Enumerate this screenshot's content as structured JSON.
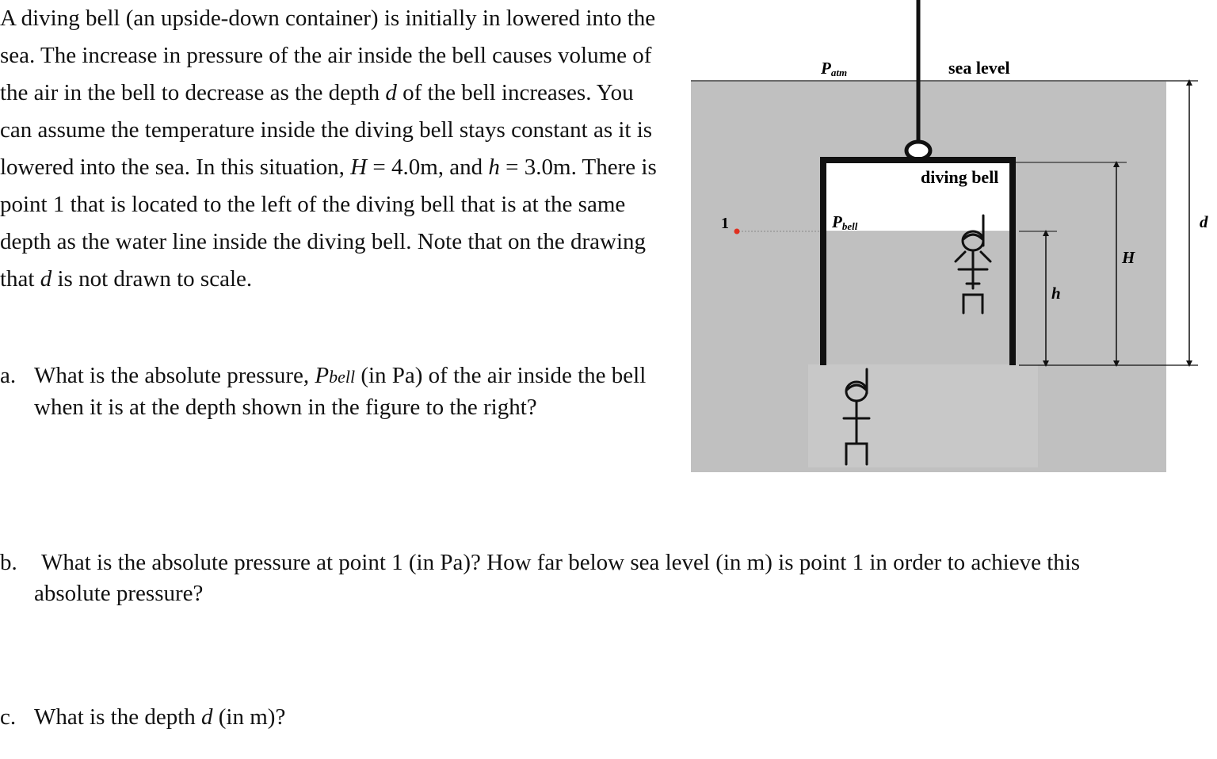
{
  "intro": {
    "p1": "A diving bell (an upside-down container) is initially in lowered into the sea. The increase in pressure of the air inside the bell causes volume of the air in the bell to decrease as the depth ",
    "d1": "d",
    "p2": " of the bell increases. You can assume the temperature inside the diving bell stays constant as it is lowered into the sea. In this situation, ",
    "H": "H",
    "p3": " = 4.0m, and ",
    "h": "h",
    "p4": " = 3.0m. There is point 1 that is located to the left of the diving bell that is at the same depth as the water line inside the diving bell. Note that on the drawing that ",
    "d2": "d",
    "p5": " is not drawn to scale."
  },
  "questions": {
    "a": {
      "letter": "a.",
      "pre": "What is the absolute pressure, ",
      "P": "P",
      "sub": "bell",
      "post": " (in Pa) of the air inside the bell when it is at the depth shown in the figure to the right?"
    },
    "b": {
      "letter": "b.",
      "line1": "What is the absolute pressure at point 1 (in Pa)? How far below sea level (in m) is point 1 in order to achieve this",
      "line2": "absolute pressure?"
    },
    "c": {
      "letter": "c.",
      "pre": "What is the depth ",
      "d": "d",
      "post": " (in m)?"
    }
  },
  "figure": {
    "label_patm_main": "P",
    "label_patm_sub": "atm",
    "label_sea_level": "sea level",
    "label_diving_bell": "diving bell",
    "label_pbell_main": "P",
    "label_pbell_sub": "bell",
    "label_point": "1",
    "label_h": "h",
    "label_H": "H",
    "label_d": "d",
    "colors": {
      "water": "#c0c0c0",
      "water_light": "#c8c8c8",
      "bell": "#111111",
      "point": "#e03020"
    }
  }
}
